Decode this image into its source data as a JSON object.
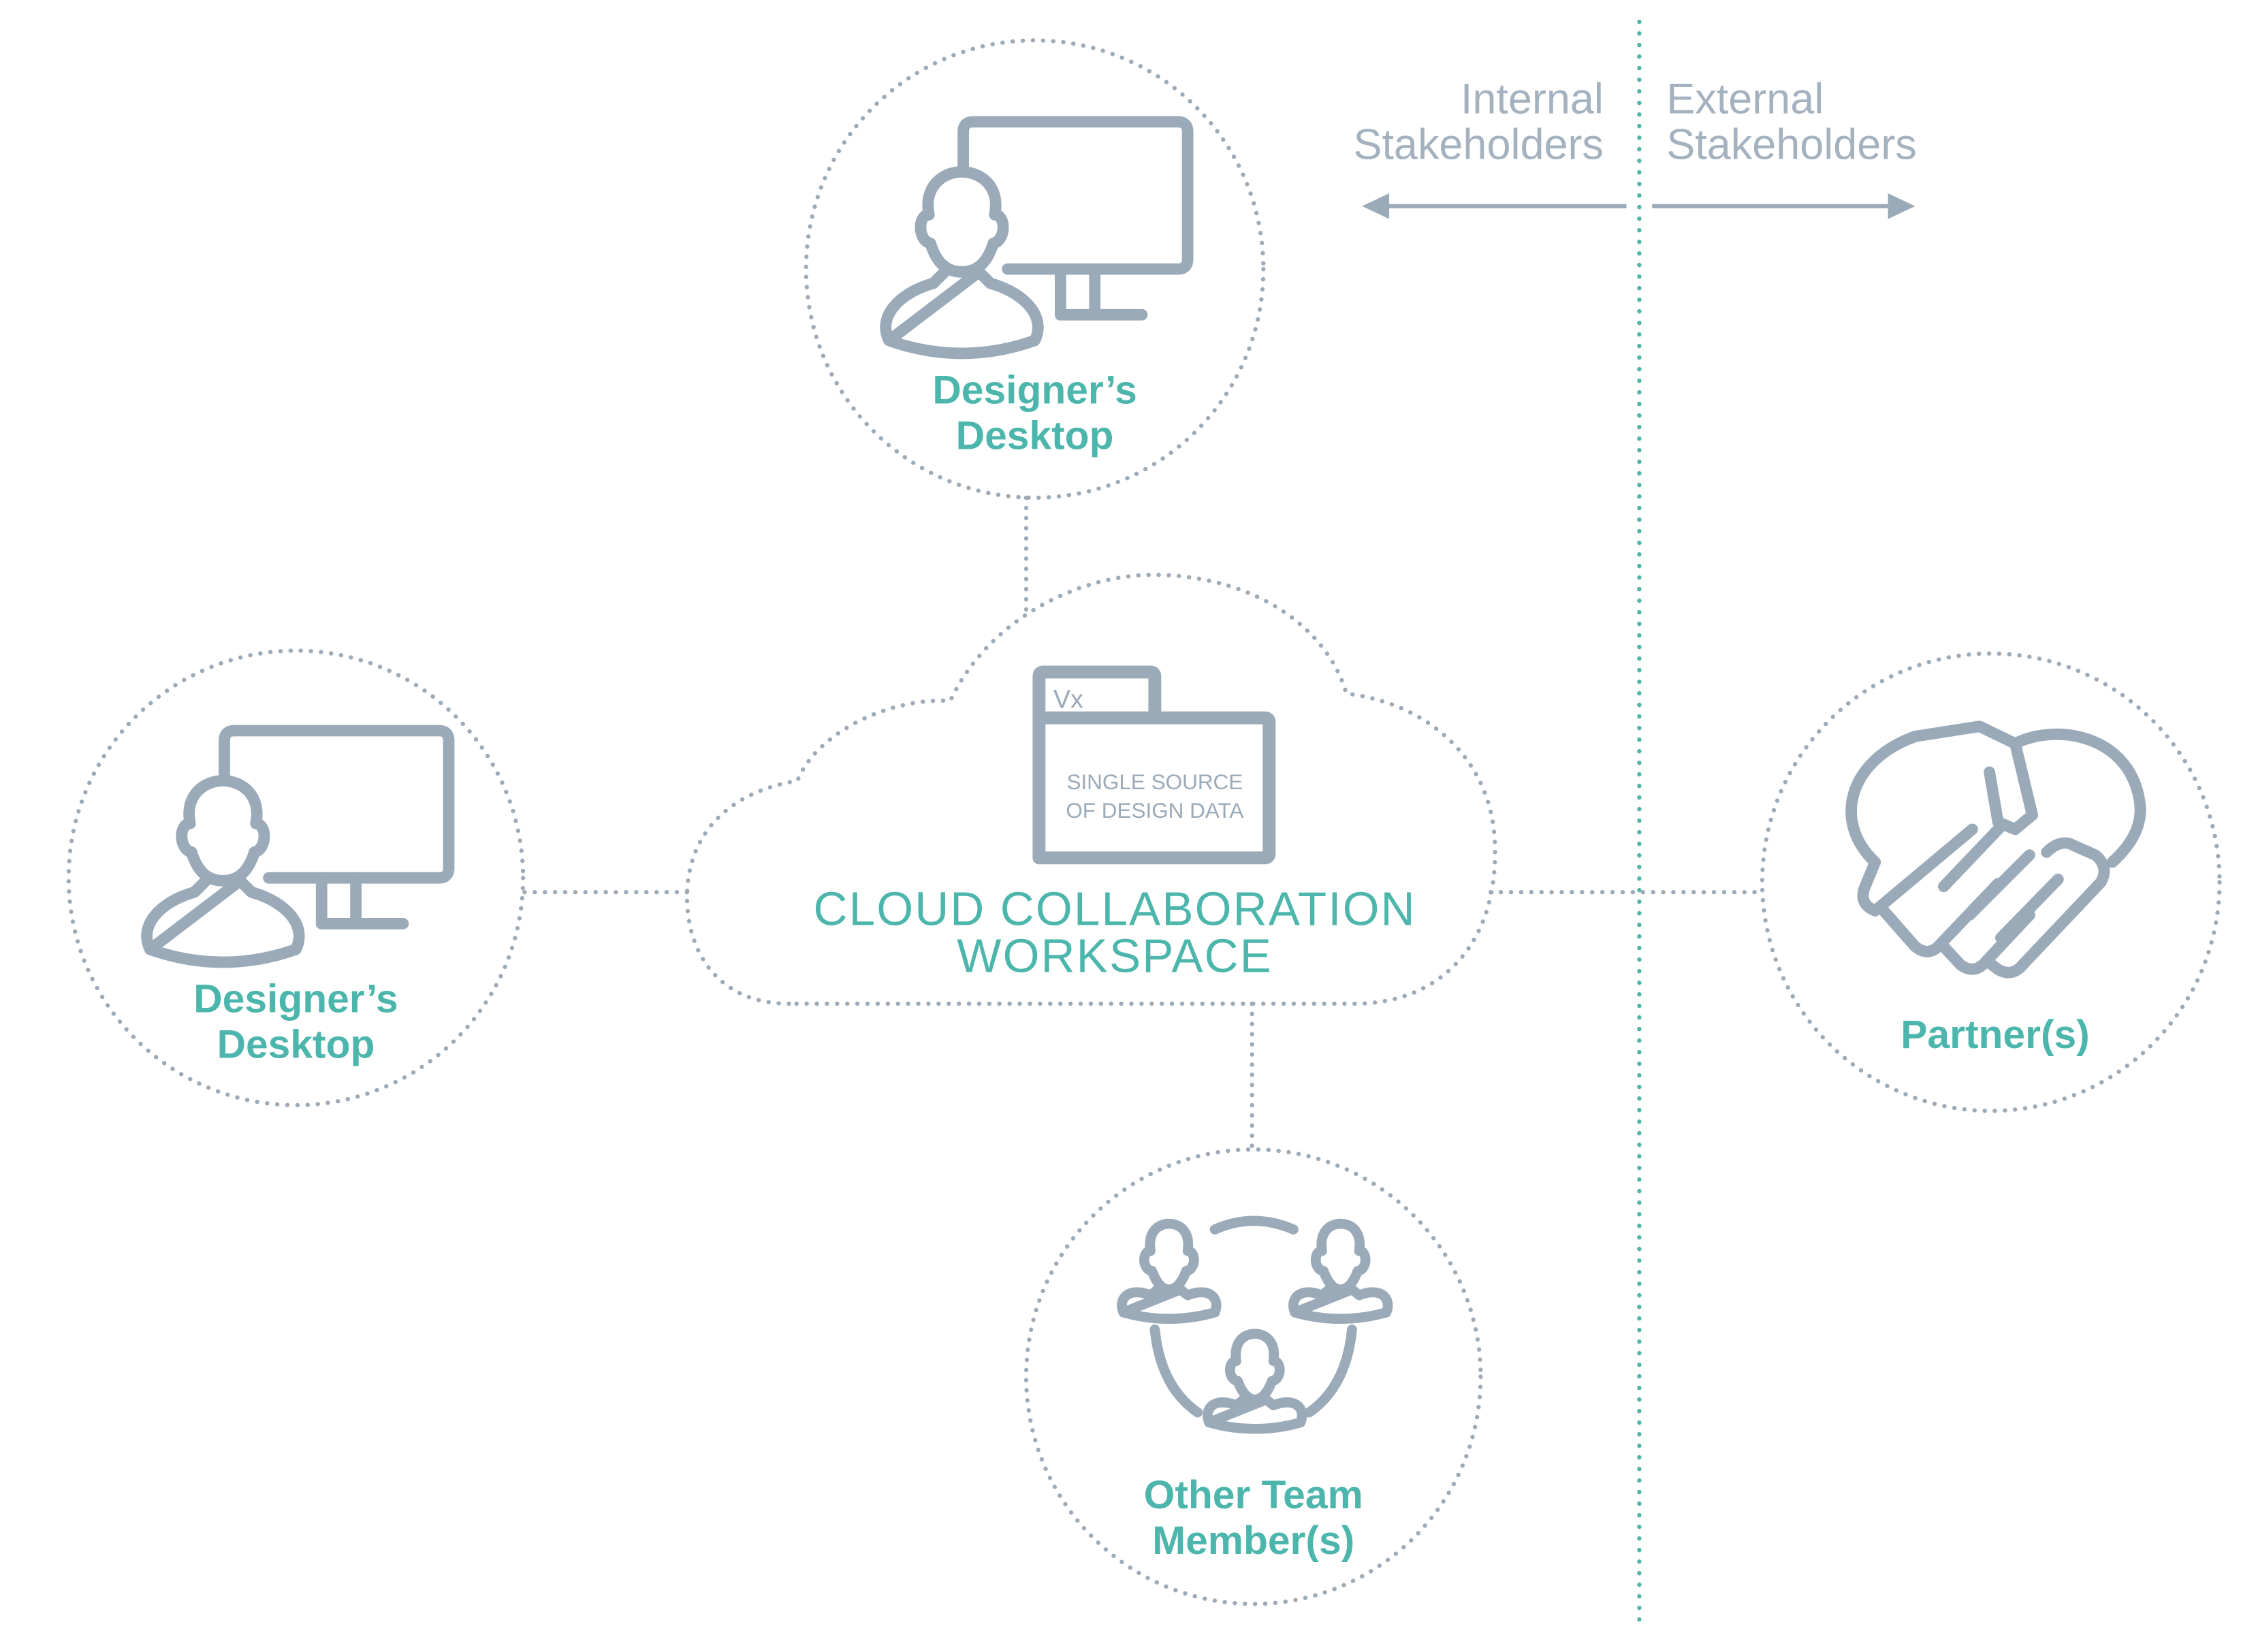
{
  "colors": {
    "teal": "#4DB6AC",
    "icon_gray": "#9AAAB8",
    "dotted": "#9EABB7",
    "header_gray": "#A4B1BE",
    "background": "#FFFFFF"
  },
  "header": {
    "internal_line1": "Internal",
    "internal_line2": "Stakeholders",
    "external_line1": "External",
    "external_line2": "Stakeholders"
  },
  "cloud": {
    "title_line1": "CLOUD COLLABORATION",
    "title_line2": "WORKSPACE",
    "folder_tab": "Vx",
    "folder_line1": "SINGLE SOURCE",
    "folder_line2": "OF DESIGN DATA"
  },
  "nodes": {
    "designer_top": {
      "line1": "Designer’s",
      "line2": "Desktop",
      "icon": "person-monitor-icon"
    },
    "designer_left": {
      "line1": "Designer’s",
      "line2": "Desktop",
      "icon": "person-monitor-icon"
    },
    "team": {
      "line1": "Other Team",
      "line2": "Member(s)",
      "icon": "team-circle-icon"
    },
    "partner": {
      "line1": "Partner(s)",
      "icon": "handshake-icon"
    }
  }
}
